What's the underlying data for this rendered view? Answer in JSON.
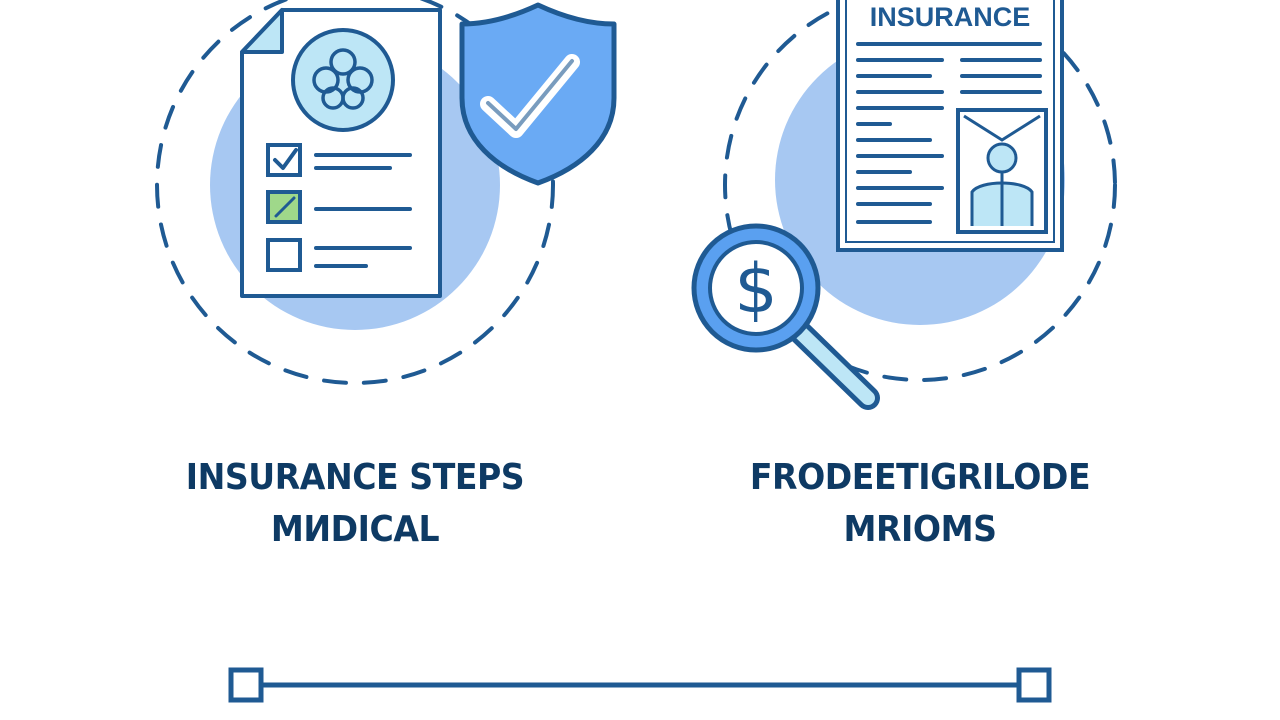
{
  "colors": {
    "navy": "#0e3a64",
    "stroke": "#1f5a93",
    "accent_blue": "#5aa0f0",
    "circle_fill": "#a7c8f2",
    "shield_fill": "#6aaaf4",
    "paper": "#ffffff",
    "light_cyan": "#bde6f6",
    "check_green": "#9fd88a"
  },
  "left_panel": {
    "caption_line1": "INSURANCE STEPS",
    "caption_line2": "MИDICAL",
    "icons": [
      "medical-document-icon",
      "medical-emblem-icon",
      "checklist-icon",
      "shield-check-icon"
    ]
  },
  "right_panel": {
    "document_heading": "INSURANCE",
    "caption_line1": "FRODEETIGRILODE",
    "caption_line2": "MRIOMS",
    "icons": [
      "insurance-document-icon",
      "id-photo-icon",
      "magnifying-glass-icon",
      "dollar-sign-icon"
    ]
  },
  "divider": {
    "icons": [
      "slider-handle-left",
      "slider-handle-right"
    ]
  }
}
